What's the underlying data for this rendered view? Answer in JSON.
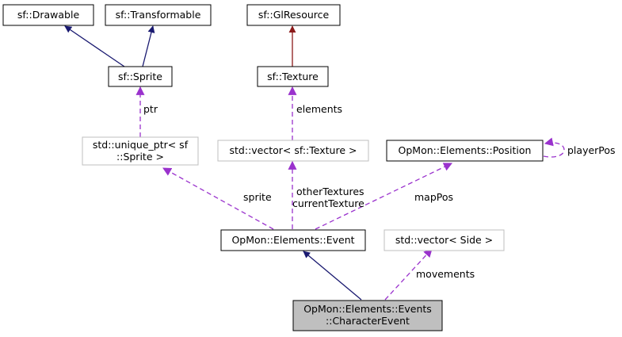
{
  "nodes": {
    "drawable": {
      "lines": [
        "sf::Drawable"
      ]
    },
    "transformable": {
      "lines": [
        "sf::Transformable"
      ]
    },
    "glresource": {
      "lines": [
        "sf::GlResource"
      ]
    },
    "sprite": {
      "lines": [
        "sf::Sprite"
      ]
    },
    "texture": {
      "lines": [
        "sf::Texture"
      ]
    },
    "unique_ptr": {
      "lines": [
        "std::unique_ptr< sf",
        "::Sprite >"
      ]
    },
    "vector_texture": {
      "lines": [
        "std::vector< sf::Texture >"
      ]
    },
    "position": {
      "lines": [
        "OpMon::Elements::Position"
      ]
    },
    "event": {
      "lines": [
        "OpMon::Elements::Event"
      ]
    },
    "vector_side": {
      "lines": [
        "std::vector< Side >"
      ]
    },
    "character_event": {
      "lines": [
        "OpMon::Elements::Events",
        "::CharacterEvent"
      ]
    }
  },
  "edge_labels": {
    "ptr": [
      "ptr"
    ],
    "elements": [
      "elements"
    ],
    "playerPos": [
      "playerPos"
    ],
    "sprite": [
      "sprite"
    ],
    "textures": [
      "otherTextures",
      "currentTexture"
    ],
    "mapPos": [
      "mapPos"
    ],
    "movements": [
      "movements"
    ]
  },
  "colors": {
    "inheritance": "#191970",
    "protected_inheritance": "#8b1a1a",
    "usage": "#9a32cd",
    "template_border": "#bfbfbf",
    "highlight_fill": "#bfbfbf"
  }
}
